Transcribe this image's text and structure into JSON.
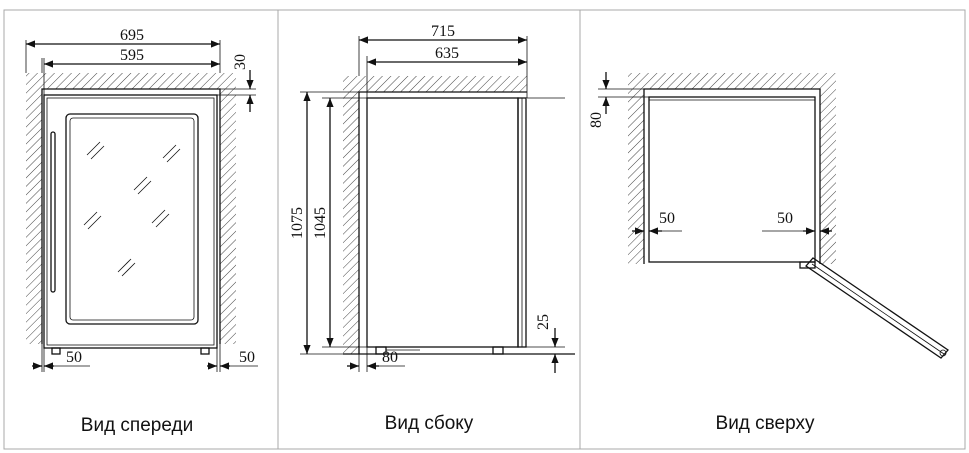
{
  "panels": [
    {
      "caption": "Вид спереди",
      "dims": {
        "overall_width": "695",
        "body_width": "595",
        "top_gap": "30",
        "left_gap": "50",
        "right_gap": "50"
      }
    },
    {
      "caption": "Вид сбоку",
      "dims": {
        "overall_depth": "715",
        "body_depth": "635",
        "overall_height": "1075",
        "body_height": "1045",
        "bottom_gap": "25",
        "back_gap": "80"
      }
    },
    {
      "caption": "Вид сверху",
      "dims": {
        "back_gap": "80",
        "left_gap": "50",
        "right_gap": "50"
      }
    }
  ]
}
